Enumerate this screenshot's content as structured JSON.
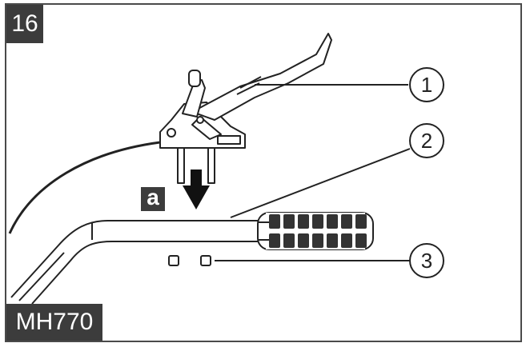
{
  "figure": {
    "number": "16",
    "model": "MH770",
    "step_marker": "a",
    "callouts": [
      {
        "label": "1"
      },
      {
        "label": "2"
      },
      {
        "label": "3"
      }
    ],
    "colors": {
      "line": "#222222",
      "badge": "#3c3c3c",
      "badge_text": "#ffffff",
      "grip": "#333333"
    }
  }
}
